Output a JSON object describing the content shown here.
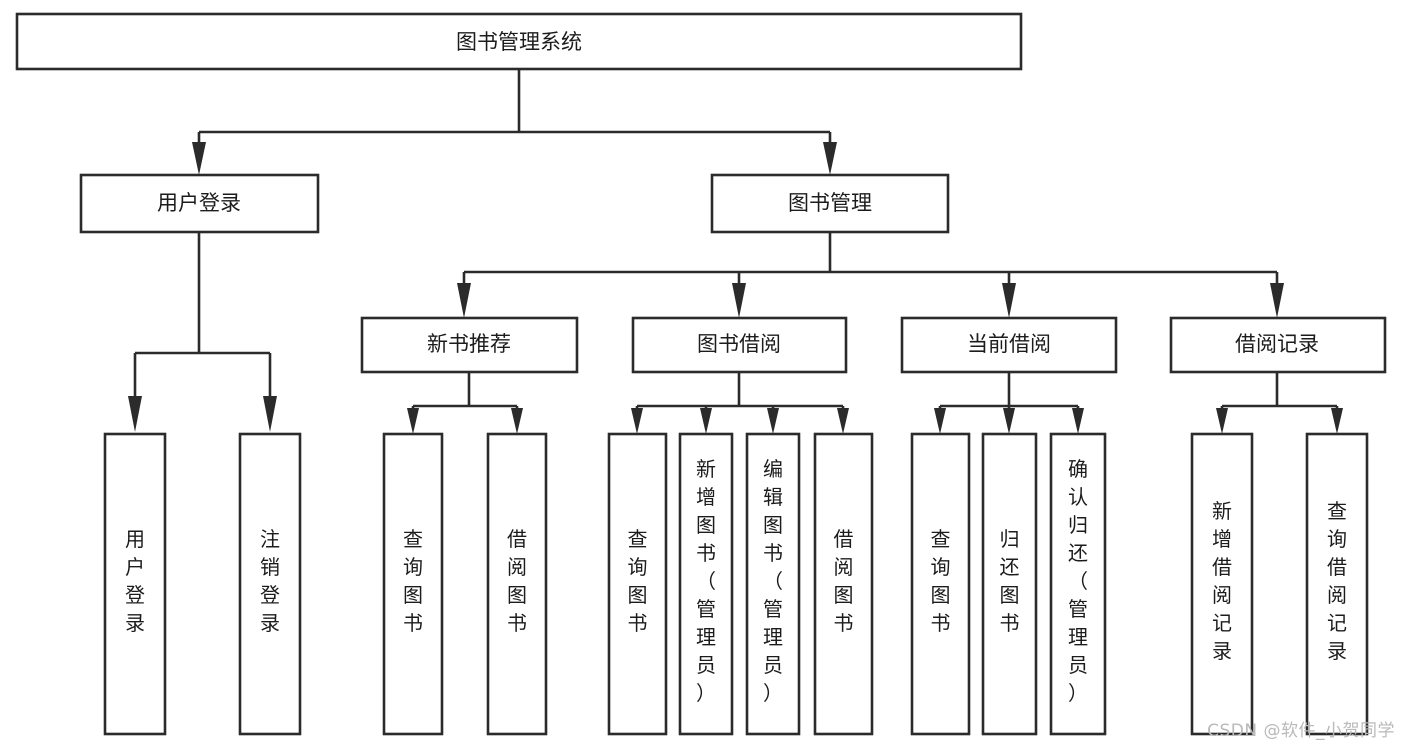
{
  "diagram": {
    "title": "图书管理系统",
    "type": "tree",
    "background_color": "#ffffff",
    "line_color": "#2b2b2b",
    "text_color": "#1c1c1c",
    "root": {
      "label": "图书管理系统",
      "orientation": "horizontal"
    },
    "level2": [
      {
        "label": "用户登录",
        "orientation": "horizontal"
      },
      {
        "label": "图书管理",
        "orientation": "horizontal"
      }
    ],
    "level3": [
      {
        "label": "新书推荐",
        "orientation": "horizontal"
      },
      {
        "label": "图书借阅",
        "orientation": "horizontal"
      },
      {
        "label": "当前借阅",
        "orientation": "horizontal"
      },
      {
        "label": "借阅记录",
        "orientation": "horizontal"
      }
    ],
    "leaves": {
      "user_login": [
        {
          "label": "用户登录",
          "orientation": "vertical"
        },
        {
          "label": "注销登录",
          "orientation": "vertical"
        }
      ],
      "new_book_recommend": [
        {
          "label": "查询图书",
          "orientation": "vertical"
        },
        {
          "label": "借阅图书",
          "orientation": "vertical"
        }
      ],
      "book_borrow": [
        {
          "label": "查询图书",
          "orientation": "vertical"
        },
        {
          "label": "新增图书（管理员）",
          "orientation": "vertical"
        },
        {
          "label": "编辑图书（管理员）",
          "orientation": "vertical"
        },
        {
          "label": "借阅图书",
          "orientation": "vertical"
        }
      ],
      "current_borrow": [
        {
          "label": "查询图书",
          "orientation": "vertical"
        },
        {
          "label": "归还图书",
          "orientation": "vertical"
        },
        {
          "label": "确认归还（管理员）",
          "orientation": "vertical"
        }
      ],
      "borrow_record": [
        {
          "label": "新增借阅记录",
          "orientation": "vertical"
        },
        {
          "label": "查询借阅记录",
          "orientation": "vertical"
        }
      ]
    }
  },
  "watermark": {
    "text": "CSDN @软件_小贺同学"
  }
}
